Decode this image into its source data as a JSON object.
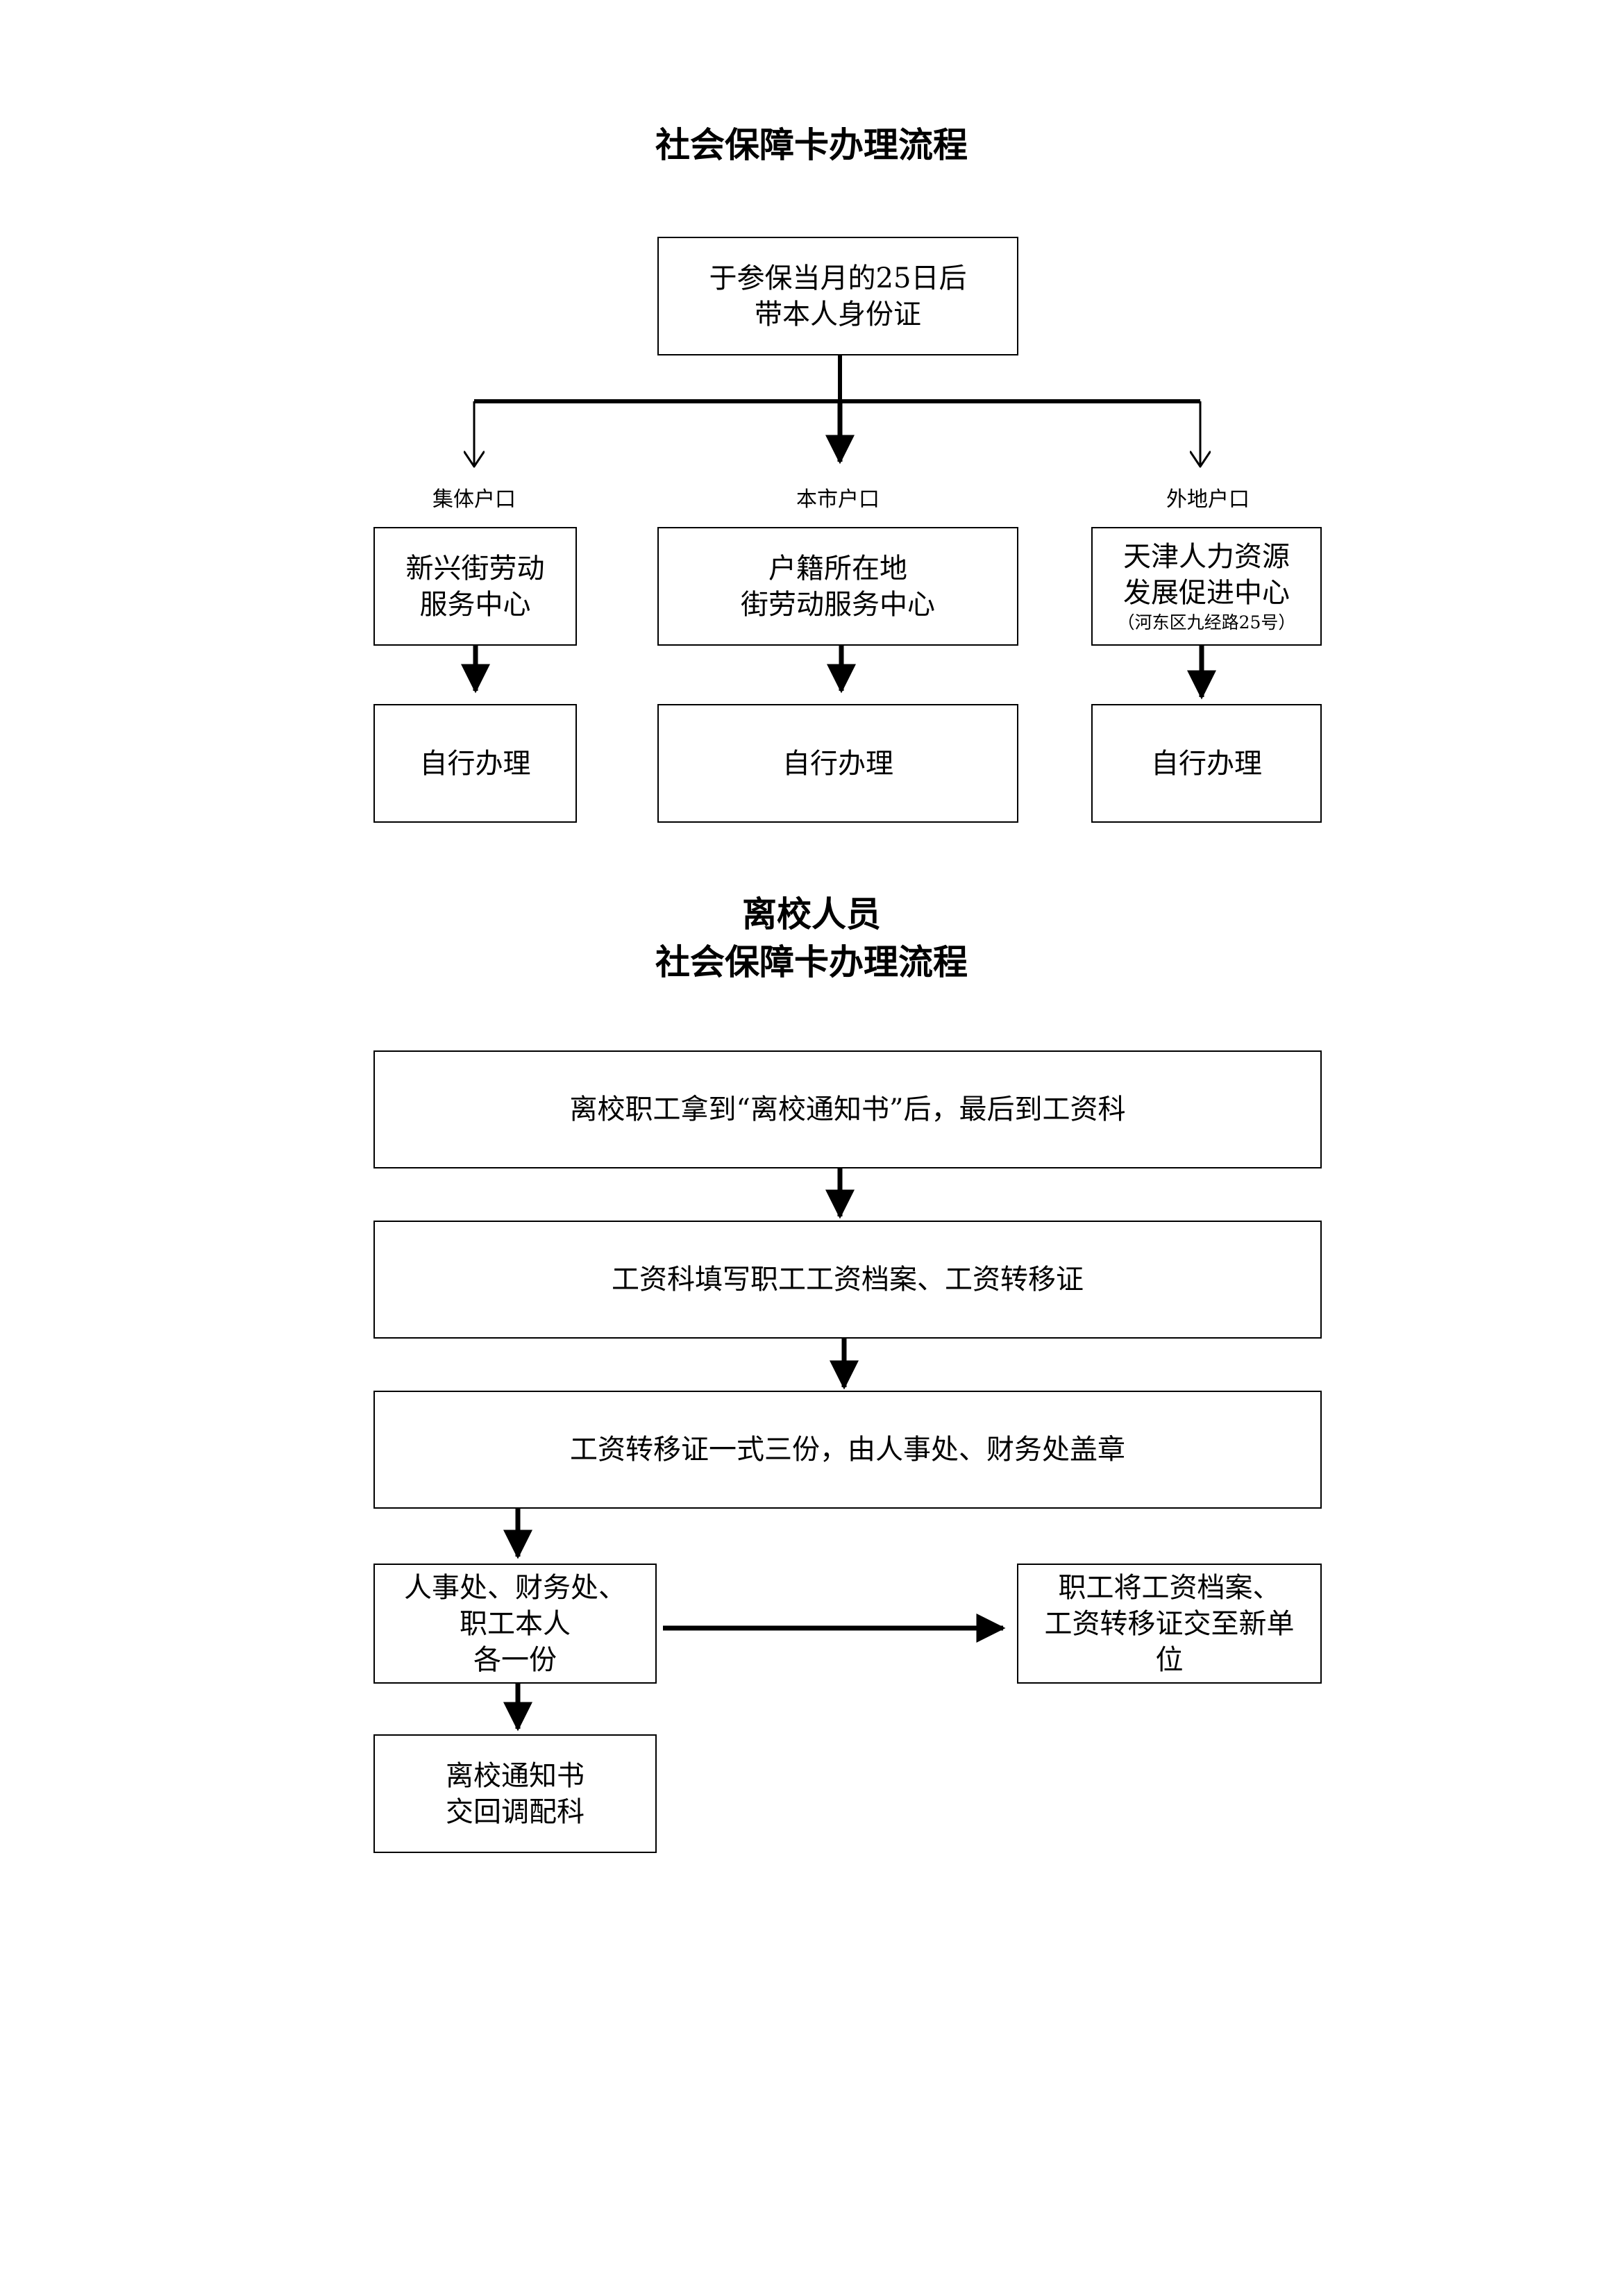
{
  "section1": {
    "title": "社会保障卡办理流程",
    "start_box": [
      "于参保当月的25日后",
      "带本人身份证"
    ],
    "branches": [
      {
        "label": "集体户口",
        "center_lines": [
          "新兴街劳动",
          "服务中心"
        ],
        "center_note": "",
        "result": "自行办理"
      },
      {
        "label": "本市户口",
        "center_lines": [
          "户籍所在地",
          "街劳动服务中心"
        ],
        "center_note": "",
        "result": "自行办理"
      },
      {
        "label": "外地户口",
        "center_lines": [
          "天津人力资源",
          "发展促进中心"
        ],
        "center_note": "（河东区九经路25号）",
        "result": "自行办理"
      }
    ]
  },
  "section2": {
    "title_line1": "离校人员",
    "title_line2": "社会保障卡办理流程",
    "step1": "离校职工拿到“离校通知书”后，最后到工资科",
    "step2": "工资科填写职工工资档案、工资转移证",
    "step3": "工资转移证一式三份，由人事处、财务处盖章",
    "step4": [
      "人事处、财务处、",
      "职工本人",
      "各一份"
    ],
    "step5": [
      "离校通知书",
      "交回调配科"
    ],
    "step_right": [
      "职工将工资档案、",
      "工资转移证交至新单",
      "位"
    ]
  }
}
